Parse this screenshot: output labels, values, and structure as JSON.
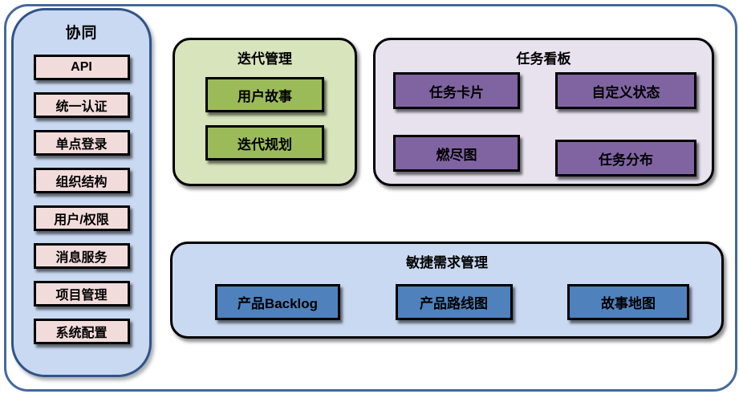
{
  "colors": {
    "frame-border": "#44699D",
    "sidebar-fill": "#C9D9F1",
    "sidebar-border": "#2F5488",
    "pink-item": "#F2DCDB",
    "green-fill": "#D7E4BC",
    "green-item": "#9BBB59",
    "purple-fill": "#E7E2EE",
    "purple-item": "#8064A2",
    "agile-fill": "#C9D9F1",
    "blue-item": "#4F81BD"
  },
  "sidebar": {
    "title": "协同",
    "items": [
      "API",
      "统一认证",
      "单点登录",
      "组织结构",
      "用户/权限",
      "消息服务",
      "项目管理",
      "系统配置"
    ]
  },
  "groups": [
    {
      "title": "迭代管理",
      "items": [
        "用户故事",
        "迭代规划"
      ]
    },
    {
      "title": "任务看板",
      "items": [
        "任务卡片",
        "自定义状态",
        "燃尽图",
        "任务分布"
      ]
    },
    {
      "title": "敏捷需求管理",
      "items": [
        "产品Backlog",
        "产品路线图",
        "故事地图"
      ]
    }
  ]
}
